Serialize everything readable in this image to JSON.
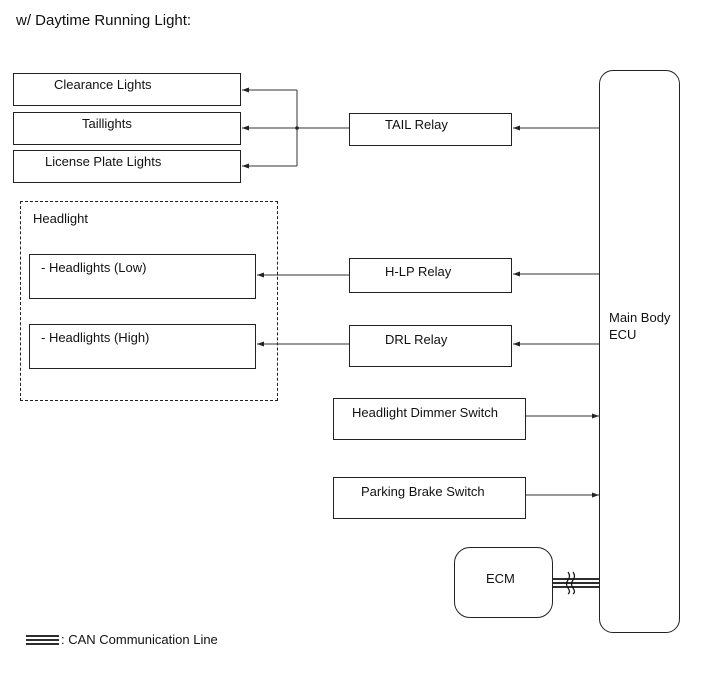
{
  "title": "w/ Daytime Running Light:",
  "loads": {
    "clearance_lights": "Clearance Lights",
    "taillights": "Taillights",
    "license_plate_lights": "License Plate Lights"
  },
  "headlight_group": {
    "label": "Headlight",
    "low": "- Headlights (Low)",
    "high": "- Headlights (High)"
  },
  "relays": {
    "tail": "TAIL Relay",
    "hlp": "H-LP Relay",
    "drl": "DRL Relay"
  },
  "switches": {
    "dimmer": "Headlight Dimmer Switch",
    "parking_brake": "Parking Brake Switch"
  },
  "ecm": "ECM",
  "main_ecu": {
    "line1": "Main Body",
    "line2": "ECU"
  },
  "legend": {
    "text": ": CAN Communication Line"
  }
}
